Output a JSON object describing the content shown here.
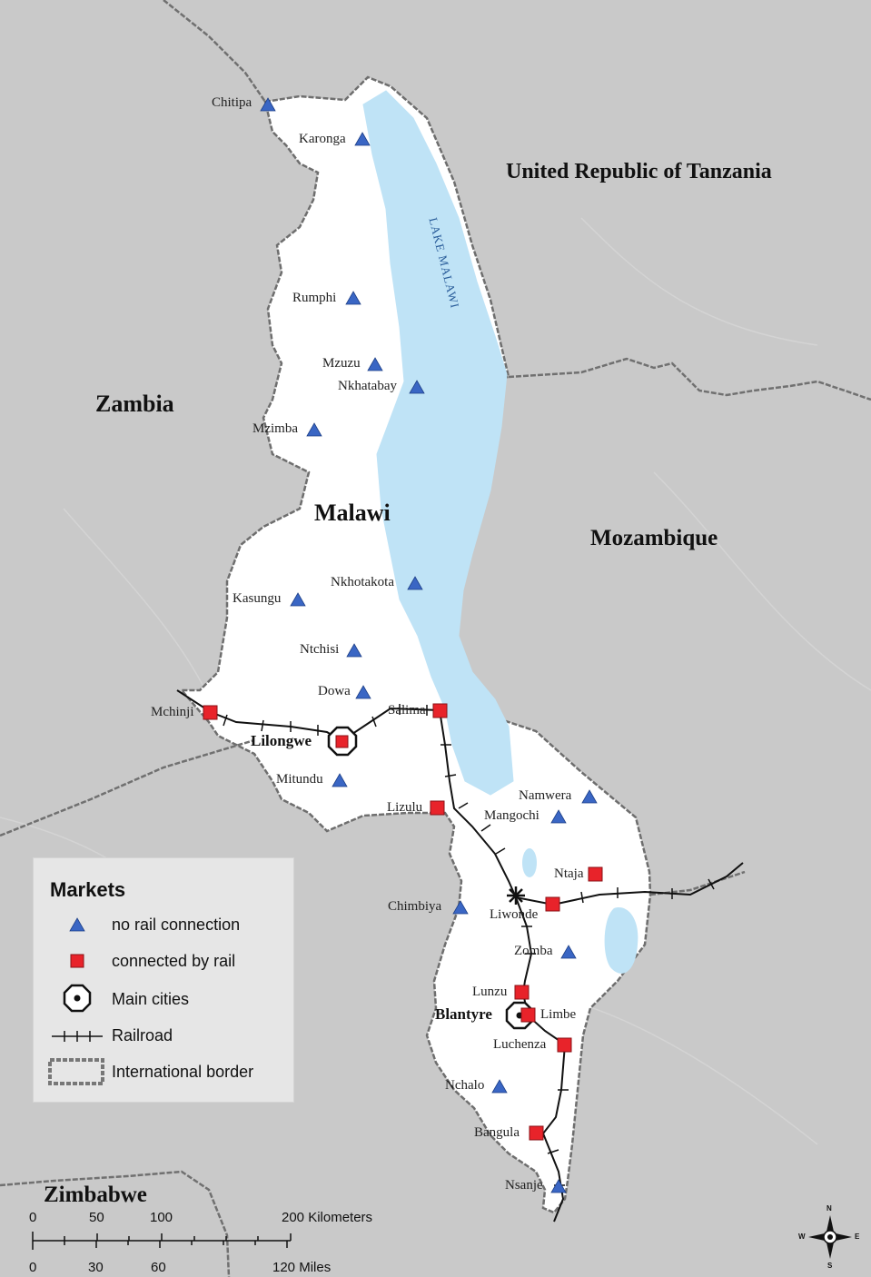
{
  "countries": {
    "tanzania": "United Republic of Tanzania",
    "zambia": "Zambia",
    "malawi": "Malawi",
    "mozambique": "Mozambique",
    "zimbabwe": "Zimbabwe"
  },
  "lake_label": "LAKE MALAWI",
  "towns": {
    "chitipa": "Chitipa",
    "karonga": "Karonga",
    "rumphi": "Rumphi",
    "mzuzu": "Mzuzu",
    "nkhatabay": "Nkhatabay",
    "mzimba": "Mzimba",
    "nkhotakota": "Nkhotakota",
    "kasungu": "Kasungu",
    "ntchisi": "Ntchisi",
    "dowa": "Dowa",
    "mchinji": "Mchinji",
    "salima": "Salima",
    "mitundu": "Mitundu",
    "namwera": "Namwera",
    "mangochi": "Mangochi",
    "lizulu": "Lizulu",
    "ntaja": "Ntaja",
    "chimbiya": "Chimbiya",
    "liwonde": "Liwonde",
    "zomba": "Zomba",
    "lunzu": "Lunzu",
    "limbe": "Limbe",
    "luchenza": "Luchenza",
    "nchalo": "Nchalo",
    "bangula": "Bangula",
    "nsanje": "Nsanje"
  },
  "cities": {
    "lilongwe": "Lilongwe",
    "blantyre": "Blantyre"
  },
  "legend": {
    "title": "Markets",
    "no_rail": "no rail connection",
    "rail": "connected by rail",
    "main_cities": "Main cities",
    "railroad": "Railroad",
    "border": "International border"
  },
  "scale": {
    "km": [
      "0",
      "50",
      "100",
      "200 Kilometers"
    ],
    "miles": [
      "0",
      "30",
      "60",
      "120 Miles"
    ]
  },
  "compass": {
    "n": "N",
    "s": "S",
    "e": "E",
    "w": "W"
  },
  "colors": {
    "land_outside": "#c8c8c8",
    "malawi": "#ffffff",
    "lake": "#bfe3f6",
    "no_rail_marker": "#3a66c4",
    "rail_marker": "#e8232a"
  }
}
